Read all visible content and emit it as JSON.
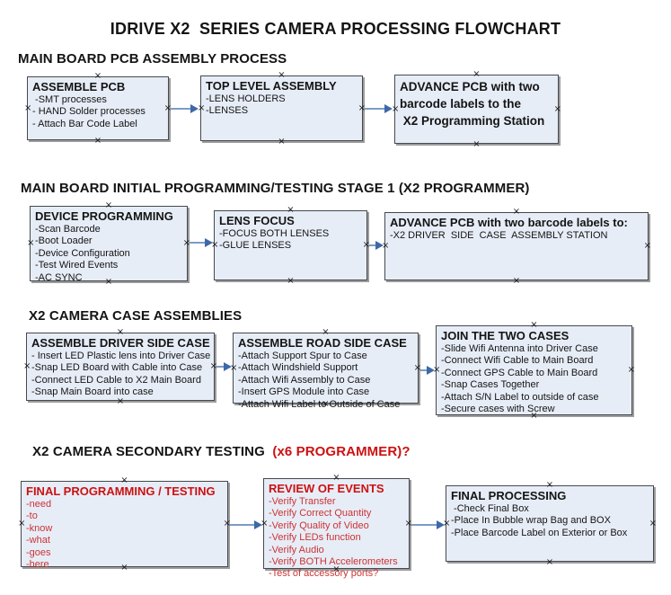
{
  "title": "IDRIVE X2  SERIES CAMERA PROCESSING FLOWCHART",
  "colors": {
    "box_fill": "#e7edf7",
    "box_border": "#46484c",
    "box_shadow": "#9c9c9c",
    "arrow_line": "#7d9cc4",
    "arrow_head": "#3e69a8",
    "red_title": "#cc1111",
    "red_body": "#cc3333"
  },
  "sections": {
    "s1": {
      "heading": "MAIN BOARD PCB ASSEMBLY PROCESS"
    },
    "s2": {
      "heading": "MAIN BOARD INITIAL PROGRAMMING/TESTING STAGE 1 (X2 PROGRAMMER)"
    },
    "s3": {
      "heading": "X2 CAMERA CASE ASSEMBLIES"
    },
    "s4": {
      "heading_black": "X2 CAMERA SECONDARY TESTING",
      "heading_red": "  (x6 PROGRAMMER)?"
    }
  },
  "boxes": {
    "assemble_pcb": {
      "title": "ASSEMBLE PCB",
      "lines": [
        " -SMT processes",
        "- HAND Solder processes",
        "- Attach Bar Code Label"
      ]
    },
    "top_level_assembly": {
      "title": "TOP LEVEL ASSEMBLY",
      "lines": [
        "-LENS HOLDERS",
        "-LENSES"
      ]
    },
    "advance_pcb_1": {
      "title_lines": [
        "ADVANCE PCB with two",
        "barcode labels to the",
        " X2 Programming Station"
      ]
    },
    "device_programming": {
      "title": "DEVICE PROGRAMMING",
      "lines": [
        "-Scan Barcode",
        "-Boot Loader",
        "-Device Configuration",
        "-Test Wired Events",
        "-AC SYNC"
      ]
    },
    "lens_focus": {
      "title": "LENS FOCUS",
      "lines": [
        "-FOCUS BOTH LENSES",
        "-GLUE LENSES"
      ]
    },
    "advance_pcb_2": {
      "title": "ADVANCE PCB with two barcode labels to:",
      "lines": [
        "-X2 DRIVER  SIDE  CASE  ASSEMBLY STATION"
      ]
    },
    "assemble_driver_side": {
      "title": "ASSEMBLE DRIVER SIDE CASE",
      "lines": [
        "- Insert LED Plastic lens into Driver Case",
        "-Snap LED Board with Cable into Case",
        "-Connect LED Cable to X2 Main Board",
        "-Snap Main Board into case"
      ]
    },
    "assemble_road_side": {
      "title": "ASSEMBLE ROAD SIDE CASE",
      "lines": [
        "-Attach Support Spur to Case",
        "-Attach Windshield Support",
        "-Attach Wifi Assembly to Case",
        "-Insert GPS Module into Case",
        "-Attach Wifi Label to Outside of Case"
      ]
    },
    "join_two_cases": {
      "title": "JOIN THE TWO CASES",
      "lines": [
        "-Slide Wifi Antenna into Driver Case",
        "-Connect Wifi Cable to Main Board",
        "-Connect GPS Cable to Main Board",
        "-Snap Cases Together",
        "-Attach S/N Label to outside of case",
        "-Secure cases with Screw"
      ]
    },
    "final_programming": {
      "title": "FINAL PROGRAMMING / TESTING",
      "lines": [
        "-need",
        "-to",
        "-know",
        "-what",
        "-goes",
        "-here"
      ]
    },
    "review_of_events": {
      "title": "REVIEW OF EVENTS",
      "lines": [
        "-Verify Transfer",
        "-Verify Correct Quantity",
        "-Verify Quality of Video",
        "-Verify LEDs function",
        "-Verify Audio",
        "-Verify BOTH Accelerometers",
        "-Test of accessory ports?"
      ]
    },
    "final_processing": {
      "title": "FINAL PROCESSING",
      "lines": [
        " -Check Final Box",
        "-Place In Bubble wrap Bag and BOX",
        "-Place Barcode Label on Exterior or Box"
      ]
    }
  }
}
